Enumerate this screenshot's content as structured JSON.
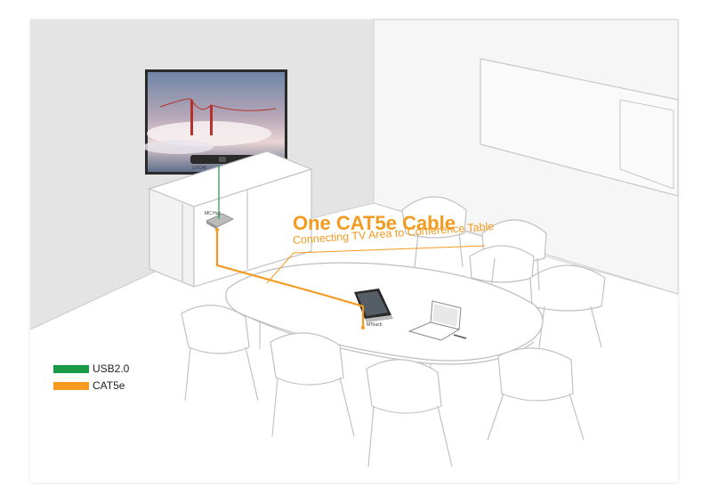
{
  "callout": {
    "title": "One CAT5e Cable",
    "subtitle": "Connecting TV Area to Conference Table"
  },
  "legend": [
    {
      "label": "USB2.0",
      "color": "#1a9a47"
    },
    {
      "label": "CAT5e",
      "color": "#f39a1f"
    }
  ],
  "device_labels": {
    "soundbar": "UVC40",
    "hub": "MC Hub",
    "touch_panel": "MTouch"
  },
  "colors": {
    "usb": "#1a9a47",
    "cat5e": "#f39a1f",
    "line": "#c9c9c9",
    "wall_dark": "#e6e6e6",
    "wall_light": "#f4f4f4"
  }
}
